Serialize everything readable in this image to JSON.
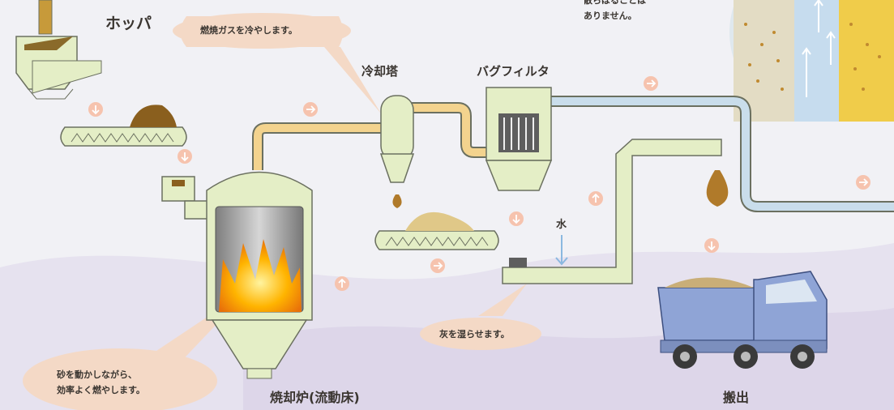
{
  "labels": {
    "hopper": "ホッパ",
    "cooling_tower": "冷却塔",
    "bag_filter": "バグフィルタ",
    "incinerator": "焼却炉(流動床)",
    "carry_out": "搬出",
    "water": "水"
  },
  "bubbles": {
    "cool_gas": "燃焼ガスを冷やします。",
    "wet_ash": "灰を湿らせます。",
    "sand_line1": "砂を動かしながら、",
    "sand_line2": "効率よく燃やします。"
  },
  "top_note": {
    "line1": "散らばることは",
    "line2": "ありません。"
  },
  "colors": {
    "machine": "#e4eec6",
    "machine_stroke": "#6b7060",
    "gas_pipe": "#f3d38e",
    "clean_pipe": "#c9ddeb",
    "bubble": "#f4d9c6",
    "arrow": "#f6c3ae",
    "truck": "#8fa4d6"
  }
}
